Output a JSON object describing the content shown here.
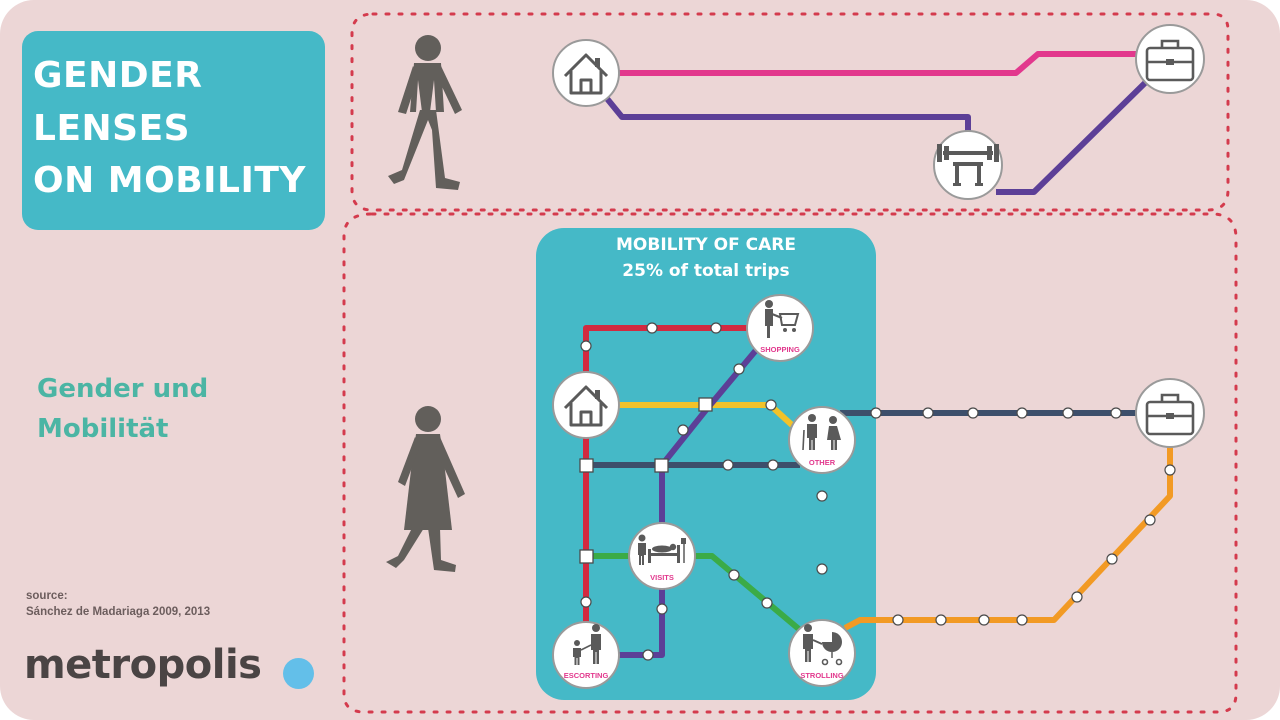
{
  "title": {
    "line1": "GENDER",
    "line2": "LENSES",
    "line3": "ON MOBILITY"
  },
  "care_box": {
    "line1": "MOBILITY OF CARE",
    "line2": "25% of total trips"
  },
  "side_text": {
    "line1": "Gender und",
    "line2": "Mobilität"
  },
  "source": {
    "label": "source:",
    "text": "Sánchez de Madariaga 2009, 2013"
  },
  "brand": {
    "name": "metropolis"
  },
  "nodes": {
    "shopping": "SHOPPING",
    "other": "OTHER",
    "visits": "VISITS",
    "escorting": "ESCORTING",
    "strolling": "STROLLING"
  },
  "icons": [
    "walking-man-icon",
    "walking-woman-icon",
    "house-icon",
    "briefcase-icon",
    "gym-icon",
    "shopping-cart-icon",
    "elderly-child-icon",
    "hospital-bed-icon",
    "escorting-child-icon",
    "stroller-icon"
  ],
  "colors": {
    "background": "#ecd6d6",
    "dotted_border": "#d43b4d",
    "title_box": "#45b9c7",
    "line_pink": "#e2388d",
    "line_purple": "#5c3f97",
    "line_red": "#d22a40",
    "line_yellow": "#f2c22a",
    "line_navy": "#3d4f6b",
    "line_green": "#3bab47",
    "line_orange": "#f29a24",
    "figure": "#625f5b",
    "brand_dot": "#63bfe9",
    "side_text": "#4bb5a4"
  }
}
